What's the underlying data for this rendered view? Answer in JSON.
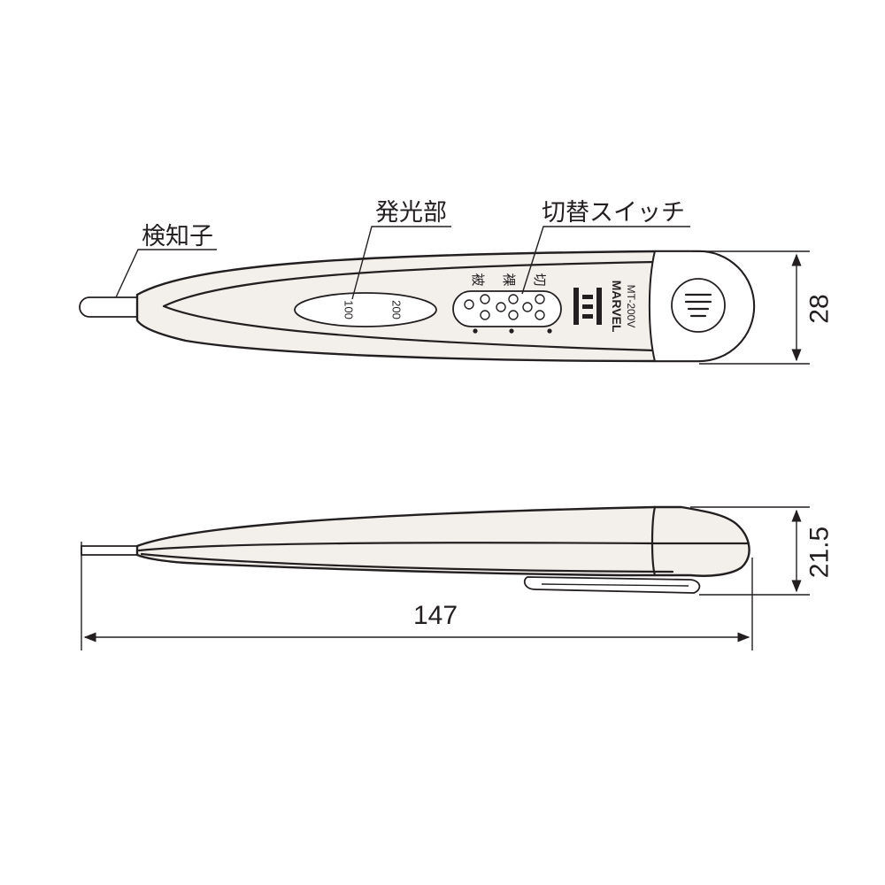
{
  "labels": {
    "probe_tip": "検知子",
    "light_section": "発光部",
    "selector_switch": "切替スイッチ"
  },
  "indicator_scale": {
    "low": "100",
    "high": "200"
  },
  "switch_positions": {
    "left": "被",
    "middle": "裸",
    "right": "切"
  },
  "brand": {
    "name": "MARVEL",
    "model": "MT-200V"
  },
  "dimensions": {
    "height_top_view": "28",
    "height_side_view": "21.5",
    "overall_length": "147"
  },
  "colors": {
    "line": "#231f20",
    "body_fill": "#f3f0ec",
    "background": "#ffffff"
  }
}
